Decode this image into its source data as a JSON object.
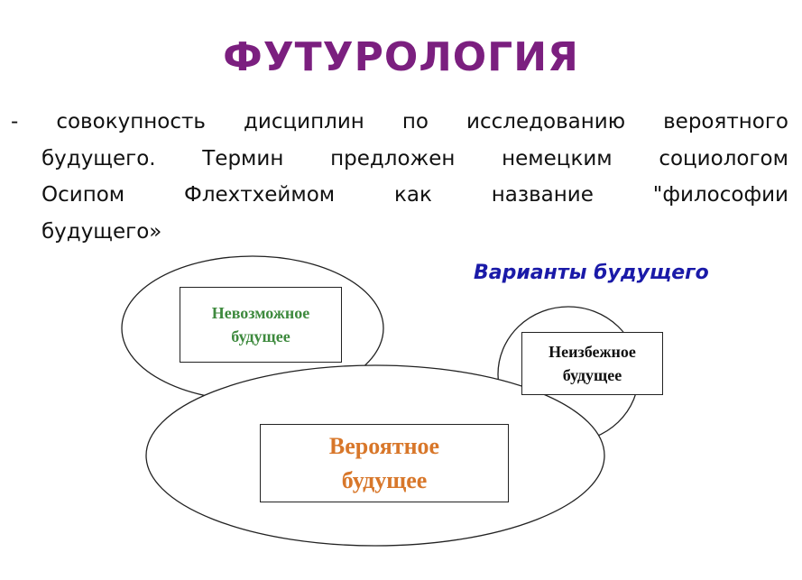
{
  "title": "ФУТУРОЛОГИЯ",
  "definition_lines": [
    "- совокупность дисциплин по исследованию вероятного",
    "будущего. Термин предложен немецким социологом",
    "Осипом Флехтхеймом как название \"философии",
    "будущего»"
  ],
  "diagram": {
    "heading": "Варианты будущего",
    "impossible": {
      "line1": "Невозможное",
      "line2": "будущее",
      "color": "#3e8a3e"
    },
    "inevitable": {
      "line1": "Неизбежное",
      "line2": "будущее",
      "color": "#111111"
    },
    "probable": {
      "line1": "Вероятное",
      "line2": "будущее",
      "color": "#d8772a"
    }
  }
}
